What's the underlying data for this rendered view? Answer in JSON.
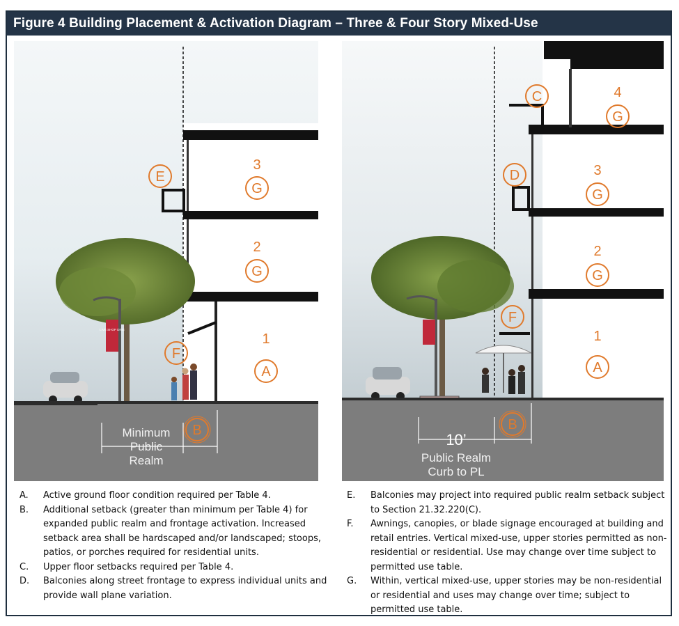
{
  "title": "Figure 4 Building Placement & Activation Diagram – Three & Four Story Mixed-Use",
  "left_diagram": {
    "floors": {
      "top": "3",
      "middle": "2",
      "ground": "1"
    },
    "callouts": {
      "e": "E",
      "g_top": "G",
      "g_mid": "G",
      "f": "F",
      "a": "A",
      "b": "B"
    },
    "dimension_label": [
      "Minimum",
      "Public",
      "Realm"
    ],
    "banner_text": "LIVE SHOP DINE"
  },
  "right_diagram": {
    "floors": {
      "top": "4",
      "third": "3",
      "second": "2",
      "ground": "1"
    },
    "callouts": {
      "c": "C",
      "d": "D",
      "g4": "G",
      "g3": "G",
      "g2": "G",
      "f": "F",
      "a": "A",
      "b": "B"
    },
    "dimension_value": "10’",
    "dimension_label": [
      "Public Realm",
      "Curb to PL"
    ]
  },
  "notes_left": [
    {
      "key": "A.",
      "text": "Active ground floor condition required per Table 4."
    },
    {
      "key": "B.",
      "text": "Additional setback (greater than minimum per Table 4) for expanded public realm and frontage activation. Increased setback area shall be hardscaped and/or landscaped; stoops, patios, or porches required for residential units."
    },
    {
      "key": "C.",
      "text": "Upper floor setbacks required per Table 4."
    },
    {
      "key": "D.",
      "text": "Balconies along street frontage to express individual units and provide wall plane variation."
    }
  ],
  "notes_right": [
    {
      "key": "E.",
      "text": "Balconies may project into required public realm setback subject to Section 21.32.220(C)."
    },
    {
      "key": "F.",
      "text": "Awnings, canopies, or blade signage encouraged at building and retail entries. Vertical mixed-use, upper stories permitted as non-residential or residential. Use may change over time subject to permitted use table."
    },
    {
      "key": "G.",
      "text": "Within, vertical mixed-use, upper stories may be non-residential or residential and uses may change over time; subject to permitted use table."
    }
  ],
  "colors": {
    "title_bg": "#243447",
    "callout": "#e07a2c",
    "ground": "#7a7a7a",
    "frame": "#1f2f3f"
  }
}
